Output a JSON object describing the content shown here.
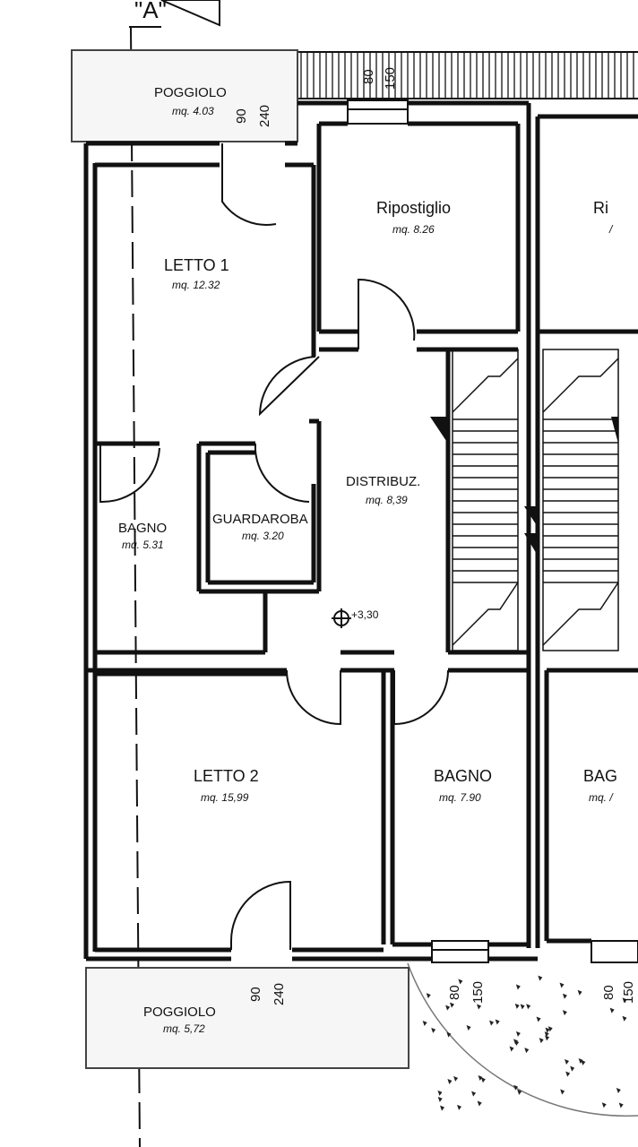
{
  "section_marker": "\"A\"",
  "rooms": [
    {
      "id": "poggiolo-top",
      "name": "POGGIOLO",
      "area": "mq. 4.03"
    },
    {
      "id": "ripostiglio",
      "name": "Ripostiglio",
      "area": "mq. 8.26"
    },
    {
      "id": "ripostiglio-right",
      "name": "Ri",
      "area": "/"
    },
    {
      "id": "letto1",
      "name": "LETTO 1",
      "area": "mq. 12.32"
    },
    {
      "id": "distribuz",
      "name": "DISTRIBUZ.",
      "area": "mq. 8,39"
    },
    {
      "id": "bagno-small",
      "name": "BAGNO",
      "area": "mq. 5.31"
    },
    {
      "id": "guardaroba",
      "name": "GUARDAROBA",
      "area": "mq. 3.20"
    },
    {
      "id": "letto2",
      "name": "LETTO 2",
      "area": "mq. 15,99"
    },
    {
      "id": "bagno",
      "name": "BAGNO",
      "area": "mq. 7.90"
    },
    {
      "id": "bagno-right",
      "name": "BAG",
      "area": "mq. /"
    },
    {
      "id": "poggiolo-bottom",
      "name": "POGGIOLO",
      "area": "mq. 5,72"
    }
  ],
  "level_mark": "+3,30",
  "dimensions": {
    "win_top_w": "80",
    "win_top_h": "150",
    "door_top_w": "90",
    "door_top_h": "240",
    "door_bot_w": "90",
    "door_bot_h": "240",
    "win_bot_w": "80",
    "win_bot_h": "150",
    "win_bot_right_w": "80",
    "win_bot_right_h": "150"
  }
}
